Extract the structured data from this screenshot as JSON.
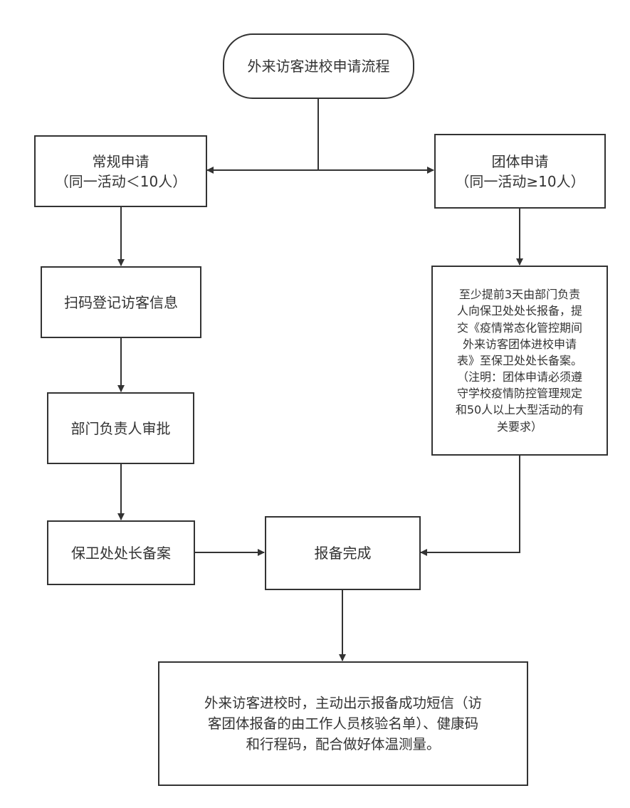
{
  "title": "外来访客进校申请流程",
  "regular": {
    "lines": [
      "常规申请",
      "（同一活动＜10人）"
    ]
  },
  "group": {
    "lines": [
      "团体申请",
      "（同一活动≥10人）"
    ]
  },
  "scan": "扫码登记访客信息",
  "dept_approval": "部门负责人审批",
  "security_record": "保卫处处长备案",
  "group_detail": {
    "lines": [
      "至少提前3天由部门负责",
      "人向保卫处处长报备，提",
      "交《疫情常态化管控期间",
      "外来访客团体进校申请",
      "表》至保卫处处长备案。",
      "（注明：团体申请必须遵",
      "守学校疫情防控管理规定",
      "和50人以上大型活动的有",
      "关要求）"
    ]
  },
  "done": "报备完成",
  "final": {
    "lines": [
      "外来访客进校时，主动出示报备成功短信（访",
      "客团体报备的由工作人员核验名单）、健康码",
      "和行程码，配合做好体温测量。"
    ]
  }
}
